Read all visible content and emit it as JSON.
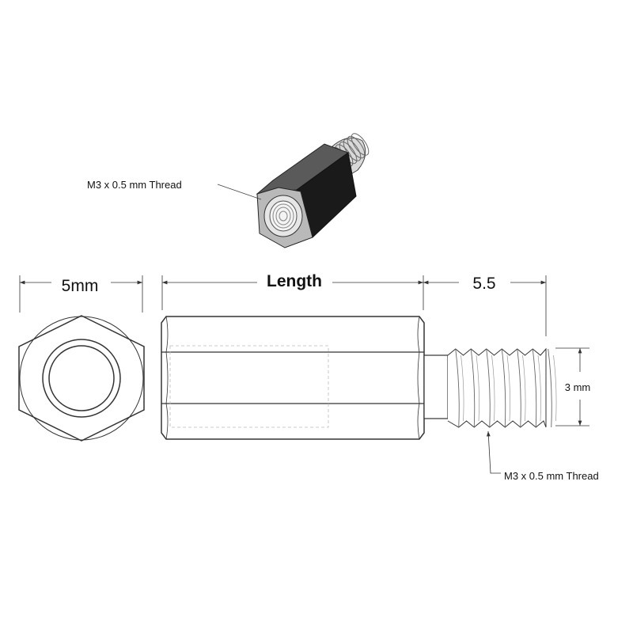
{
  "iso_view": {
    "thread_label": "M3 x 0.5 mm Thread"
  },
  "end_view": {
    "width_label": "5mm"
  },
  "side_view": {
    "length_label": "Length",
    "thread_length_label": "5.5",
    "thread_diameter_label": "3 mm",
    "thread_label": "M3 x 0.5 mm Thread"
  },
  "colors": {
    "line": "#333333",
    "dark_face": "#1a1a1a",
    "mid_face": "#5a5a5a"
  }
}
